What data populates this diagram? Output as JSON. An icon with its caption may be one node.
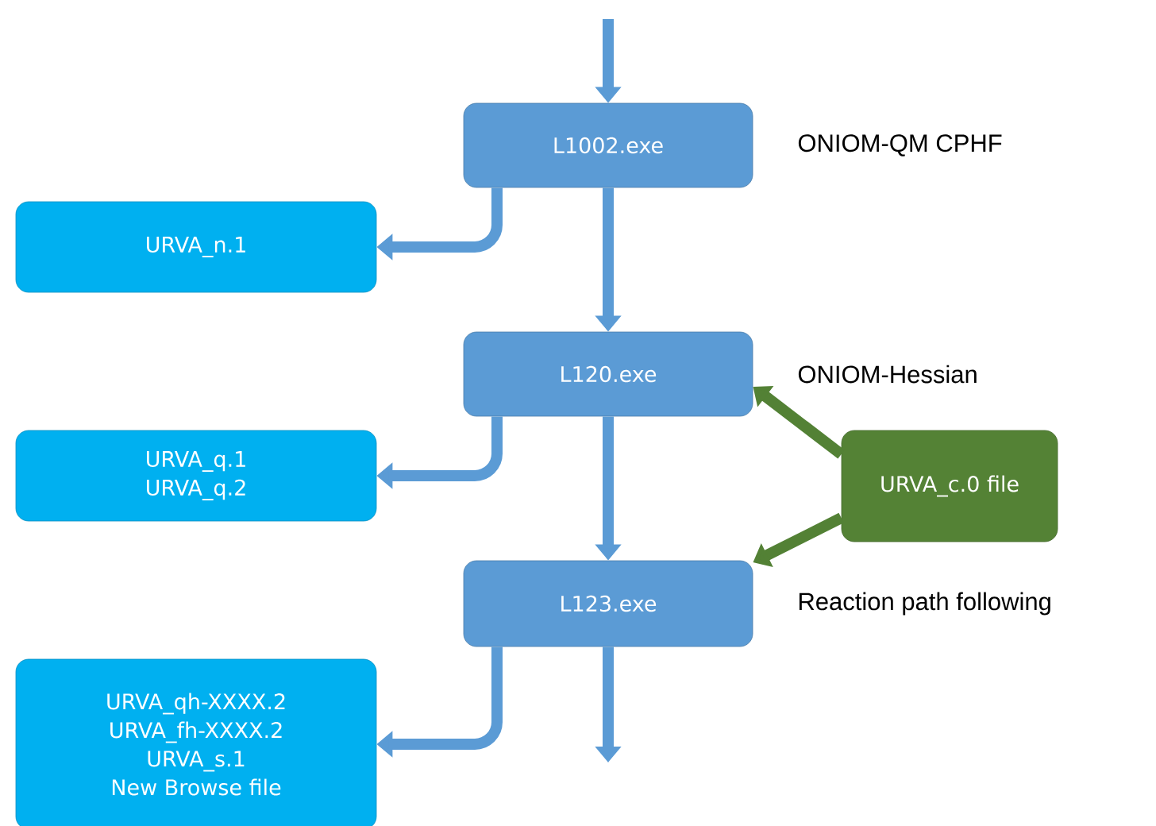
{
  "diagram": {
    "nodes": [
      {
        "text": [
          "L1002.exe"
        ],
        "beside": [
          "ONIOM-QM CPHF"
        ]
      },
      {
        "text": [
          "URVA_n.1"
        ]
      },
      {
        "text": [
          "L120.exe"
        ],
        "beside": [
          "ONIOM-Hessian"
        ]
      },
      {
        "text": [
          "URVA_q.1",
          "URVA_q.2"
        ]
      },
      {
        "text": [
          "URVA_c.0 file"
        ]
      },
      {
        "text": [
          "L123.exe"
        ],
        "beside": [
          "Reaction path following"
        ]
      },
      {
        "text": [
          "URVA_qh-XXXX.2",
          "URVA_fh-XXXX.2",
          "URVA_s.1",
          "New Browse file"
        ]
      }
    ],
    "edges": [
      {
        "from": null,
        "to": 0,
        "arrow": "to"
      },
      {
        "from": 0,
        "to": 1,
        "arrow": "to"
      },
      {
        "from": 0,
        "to": 2,
        "arrow": "to"
      },
      {
        "from": 2,
        "to": 3,
        "arrow": "to"
      },
      {
        "from": 2,
        "to": 5,
        "arrow": "to"
      },
      {
        "from": 4,
        "to": 2,
        "arrow": "to",
        "color": "#538135"
      },
      {
        "from": 4,
        "to": 5,
        "arrow": "to",
        "color": "#538135"
      },
      {
        "from": 5,
        "to": 6,
        "arrow": "to"
      },
      {
        "from": 5,
        "to": null,
        "arrow": "to"
      }
    ]
  }
}
